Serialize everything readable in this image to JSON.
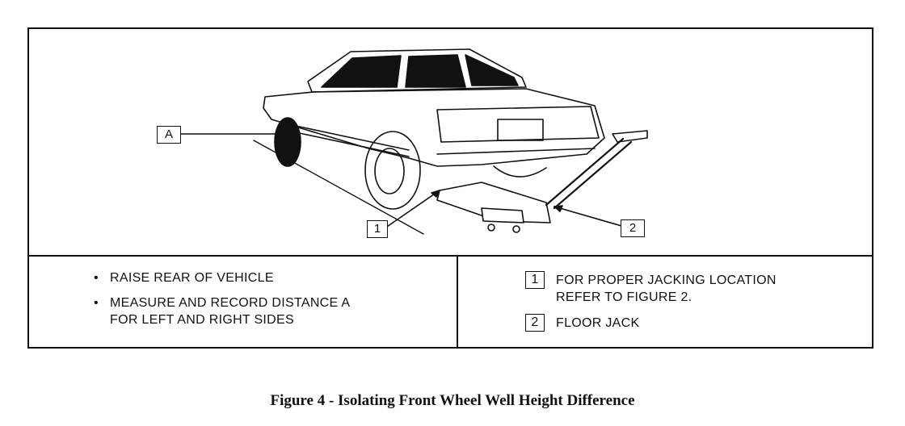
{
  "figure": {
    "caption": "Figure 4 - Isolating Front Wheel Well Height Difference"
  },
  "illustration": {
    "callouts": [
      {
        "label": "A"
      },
      {
        "label": "1"
      },
      {
        "label": "2"
      }
    ]
  },
  "instructions": {
    "bullet_symbol": "•",
    "bullets": [
      {
        "lines": [
          "RAISE REAR OF VEHICLE"
        ]
      },
      {
        "lines": [
          "MEASURE AND RECORD DISTANCE A",
          "FOR LEFT AND RIGHT SIDES"
        ]
      }
    ]
  },
  "legend": {
    "items": [
      {
        "number": "1",
        "lines": [
          "FOR PROPER JACKING LOCATION",
          "REFER TO FIGURE 2."
        ]
      },
      {
        "number": "2",
        "lines": [
          "FLOOR JACK"
        ]
      }
    ]
  }
}
